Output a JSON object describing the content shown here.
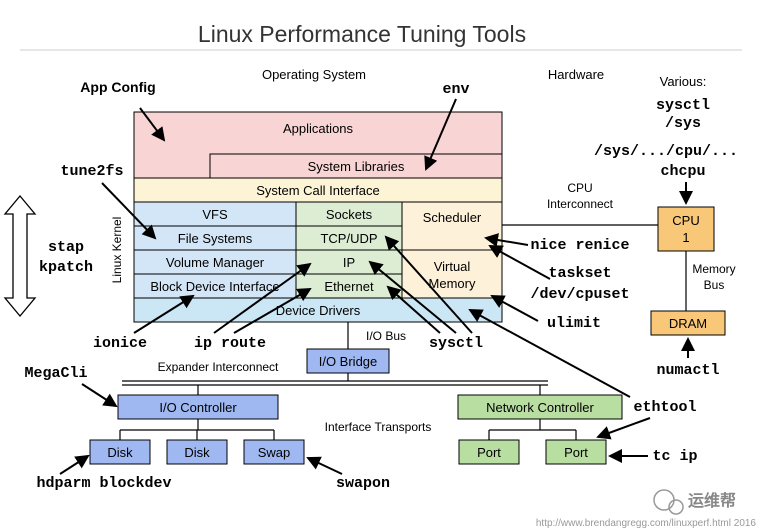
{
  "title": "Linux Performance Tuning Tools",
  "headers": {
    "operating_system": "Operating System",
    "hardware": "Hardware",
    "various": "Various:",
    "linux_kernel": "Linux Kernel",
    "cpu_interconnect": [
      "CPU",
      "Interconnect"
    ],
    "memory_bus": [
      "Memory",
      "Bus"
    ],
    "io_bus": "I/O Bus",
    "expander_interconnect": "Expander Interconnect",
    "interface_transports": "Interface Transports"
  },
  "layers": {
    "applications": "Applications",
    "system_libraries": "System Libraries",
    "system_call_interface": "System Call Interface",
    "vfs": "VFS",
    "file_systems": "File Systems",
    "volume_manager": "Volume Manager",
    "block_device_interface": "Block Device Interface",
    "sockets": "Sockets",
    "tcp_udp": "TCP/UDP",
    "ip": "IP",
    "ethernet": "Ethernet",
    "scheduler": "Scheduler",
    "virtual_memory": [
      "Virtual",
      "Memory"
    ],
    "device_drivers": "Device Drivers"
  },
  "hardware": {
    "cpu": [
      "CPU",
      "1"
    ],
    "dram": "DRAM",
    "io_bridge": "I/O Bridge",
    "io_controller": "I/O Controller",
    "network_controller": "Network Controller",
    "disks": [
      "Disk",
      "Disk",
      "Swap"
    ],
    "ports": [
      "Port",
      "Port"
    ]
  },
  "tools": {
    "app_config": "App Config",
    "env": "env",
    "tune2fs": "tune2fs",
    "stap": "stap",
    "kpatch": "kpatch",
    "ionice": "ionice",
    "ip_route": "ip route",
    "sysctl_os": "sysctl",
    "nice_renice": "nice renice",
    "taskset": "taskset",
    "dev_cpuset": "/dev/cpuset",
    "ulimit": "ulimit",
    "megacli": "MegaCli",
    "hdparm_blockdev": "hdparm blockdev",
    "swapon": "swapon",
    "ethtool": "ethtool",
    "tc_ip": "tc ip",
    "numactl": "numactl",
    "sysctl_hw": "sysctl",
    "sys": "/sys",
    "sys_cpu": "/sys/.../cpu/...",
    "chcpu": "chcpu"
  },
  "watermark": "运维帮",
  "credit": "http://www.brendangregg.com/linuxperf.html 2016",
  "colors": {
    "applications": "#f9d4d4",
    "syscall": "#fdf4d6",
    "blue_layer": "#d3e6f7",
    "green_layer": "#dcedd3",
    "yellow_layer": "#fdf2d9",
    "device_drivers": "#cbe7f5",
    "hw_blue": "#9fb8f2",
    "hw_green": "#b9dea2",
    "hw_orange": "#f9c778"
  }
}
